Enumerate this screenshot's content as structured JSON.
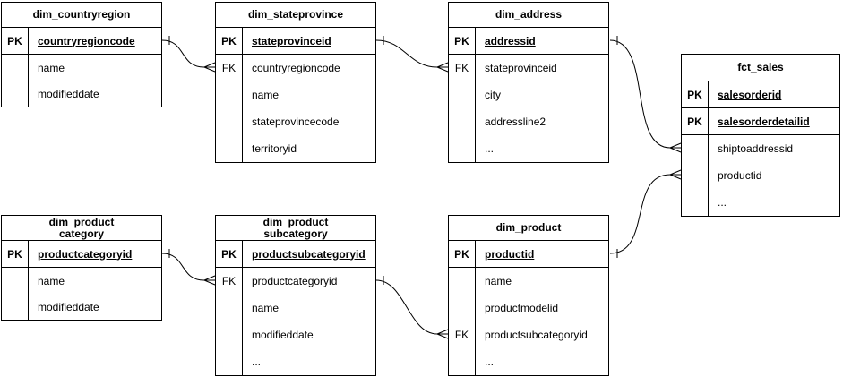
{
  "diagram": {
    "kind": "entity-relationship-diagram",
    "background_color": "#ffffff",
    "line_color": "#000000",
    "text_color": "#000000",
    "tables": [
      {
        "title": "dim_countryregion",
        "keys": [
          {
            "tag": "PK",
            "label": "countryregioncode"
          }
        ],
        "fields": [
          {
            "tag": "",
            "label": "name"
          },
          {
            "tag": "",
            "label": "modifieddate"
          }
        ]
      },
      {
        "title": "dim_stateprovince",
        "keys": [
          {
            "tag": "PK",
            "label": "stateprovinceid"
          }
        ],
        "fields": [
          {
            "tag": "FK",
            "label": "countryregioncode"
          },
          {
            "tag": "",
            "label": "name"
          },
          {
            "tag": "",
            "label": "stateprovincecode"
          },
          {
            "tag": "",
            "label": "territoryid"
          }
        ]
      },
      {
        "title": "dim_address",
        "keys": [
          {
            "tag": "PK",
            "label": "addressid"
          }
        ],
        "fields": [
          {
            "tag": "FK",
            "label": "stateprovinceid"
          },
          {
            "tag": "",
            "label": "city"
          },
          {
            "tag": "",
            "label": "addressline2"
          },
          {
            "tag": "",
            "label": "..."
          }
        ]
      },
      {
        "title": "fct_sales",
        "keys": [
          {
            "tag": "PK",
            "label": "salesorderid"
          },
          {
            "tag": "PK",
            "label": "salesorderdetailid"
          }
        ],
        "fields": [
          {
            "tag": "",
            "label": "shiptoaddressid"
          },
          {
            "tag": "",
            "label": "productid"
          },
          {
            "tag": "",
            "label": "..."
          }
        ]
      },
      {
        "title": "dim_product\ncategory",
        "keys": [
          {
            "tag": "PK",
            "label": "productcategoryid"
          }
        ],
        "fields": [
          {
            "tag": "",
            "label": "name"
          },
          {
            "tag": "",
            "label": "modifieddate"
          }
        ]
      },
      {
        "title": "dim_product\nsubcategory",
        "keys": [
          {
            "tag": "PK",
            "label": "productsubcategoryid"
          }
        ],
        "fields": [
          {
            "tag": "FK",
            "label": "productcategoryid"
          },
          {
            "tag": "",
            "label": "name"
          },
          {
            "tag": "",
            "label": "modifieddate"
          },
          {
            "tag": "",
            "label": "..."
          }
        ]
      },
      {
        "title": "dim_product",
        "keys": [
          {
            "tag": "PK",
            "label": "productid"
          }
        ],
        "fields": [
          {
            "tag": "",
            "label": "name"
          },
          {
            "tag": "",
            "label": "productmodelid"
          },
          {
            "tag": "FK",
            "label": "productsubcategoryid"
          },
          {
            "tag": "",
            "label": "..."
          }
        ]
      }
    ],
    "relationships": [
      {
        "from": "dim_countryregion",
        "to": "dim_stateprovince",
        "from_end": "one",
        "to_end": "many"
      },
      {
        "from": "dim_stateprovince",
        "to": "dim_address",
        "from_end": "one",
        "to_end": "many"
      },
      {
        "from": "dim_address",
        "to": "fct_sales",
        "from_end": "one",
        "to_end": "many"
      },
      {
        "from": "dim_product",
        "to": "fct_sales",
        "from_end": "one",
        "to_end": "many"
      },
      {
        "from": "dim_product category",
        "to": "dim_product subcategory",
        "from_end": "one",
        "to_end": "many"
      },
      {
        "from": "dim_product subcategory",
        "to": "dim_product",
        "from_end": "one",
        "to_end": "many"
      }
    ]
  }
}
